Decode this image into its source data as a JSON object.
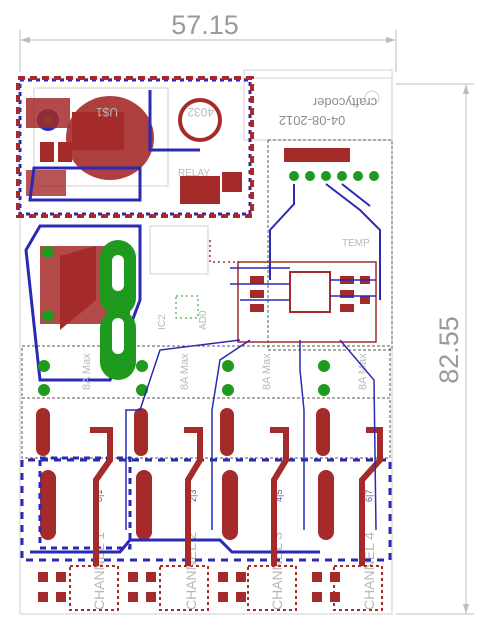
{
  "dimensions": {
    "width": "57.15",
    "height": "82.55"
  },
  "board_labels": {
    "author": "craftycoder",
    "date": "04-08-2012",
    "regulator": "U$1",
    "transistor": "4032",
    "relay": "RELAY",
    "ic2": "IC2",
    "temp": "TEMP",
    "adc": "AD0"
  },
  "channels": [
    {
      "name": "CHANNEL 1",
      "rating": "8A Max",
      "pins": "0|1"
    },
    {
      "name": "CHANNEL 2",
      "rating": "8A Max",
      "pins": "2|3"
    },
    {
      "name": "CHANNEL 3",
      "rating": "8A Max",
      "pins": "4|5"
    },
    {
      "name": "CHANNEL 4",
      "rating": "8A Max",
      "pins": "6|7"
    }
  ],
  "colors": {
    "copper_top": "#a52a2a",
    "copper_bottom": "#2a2ab5",
    "pad_green": "#1e9a1e",
    "outline": "#333333",
    "silkscreen": "#c0c0c0"
  }
}
